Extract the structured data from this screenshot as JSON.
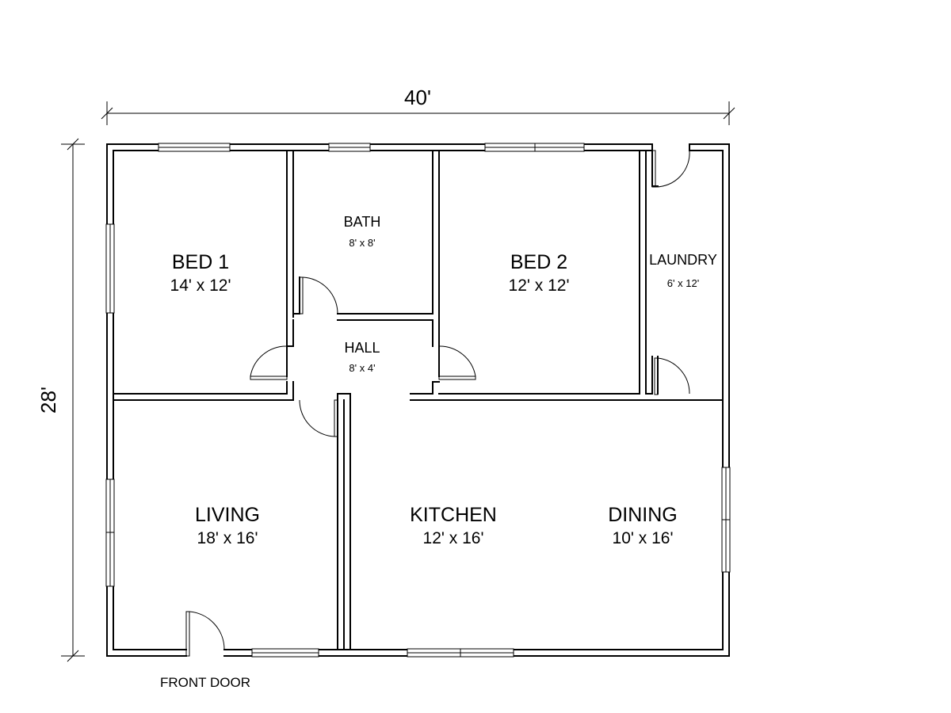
{
  "dimensions": {
    "width": "40'",
    "depth": "28'"
  },
  "rooms": {
    "bed1": {
      "name": "BED 1",
      "size": "14' x 12'"
    },
    "bath": {
      "name": "BATH",
      "size": "8' x 8'"
    },
    "bed2": {
      "name": "BED 2",
      "size": "12' x 12'"
    },
    "laundry": {
      "name": "LAUNDRY",
      "size": "6' x 12'"
    },
    "hall": {
      "name": "HALL",
      "size": "8' x 4'"
    },
    "living": {
      "name": "LIVING",
      "size": "18' x 16'"
    },
    "kitchen": {
      "name": "KITCHEN",
      "size": "12' x 16'"
    },
    "dining": {
      "name": "DINING",
      "size": "10' x 16'"
    }
  },
  "labels": {
    "front_door": "FRONT DOOR"
  }
}
